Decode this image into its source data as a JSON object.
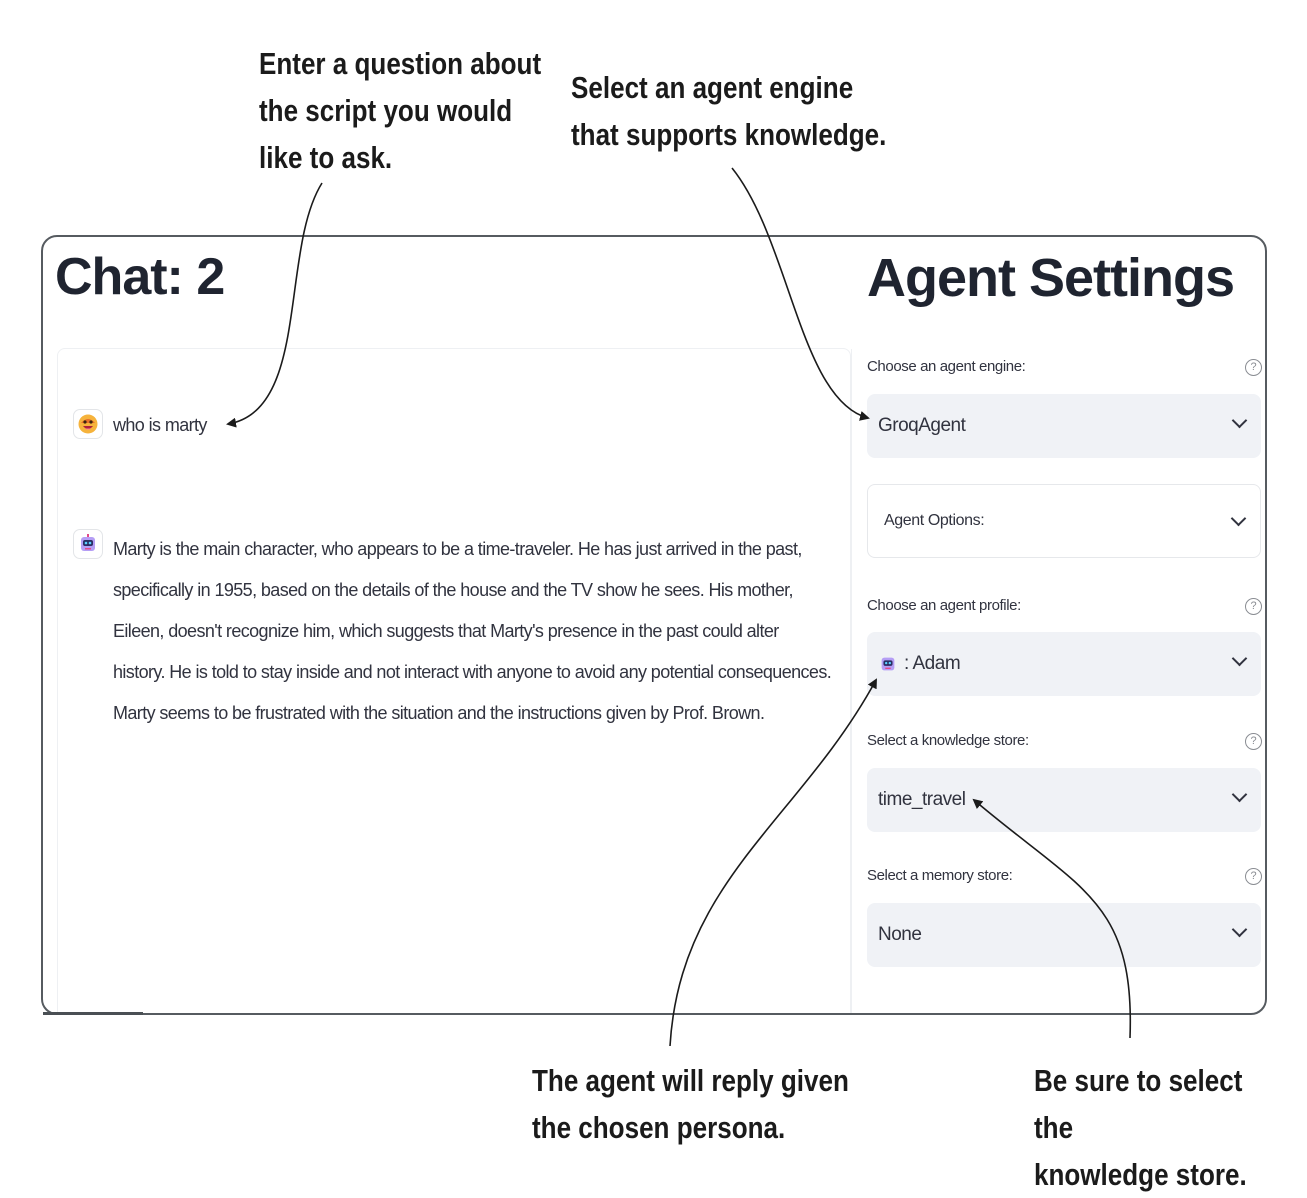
{
  "callouts": {
    "question": "Enter a question about\nthe script you would\nlike to ask.",
    "engine": "Select an agent engine\nthat supports knowledge.",
    "persona": "The agent will reply given\nthe chosen persona.",
    "knowledge": "Be sure to select the\nknowledge store."
  },
  "chat": {
    "title": "Chat: 2",
    "messages": [
      {
        "role": "user",
        "avatar_icon": "smiley-emoji-icon",
        "text": "who is marty"
      },
      {
        "role": "assistant",
        "avatar_icon": "robot-emoji-icon",
        "text": "Marty is the main character, who appears to be a time-traveler. He has just arrived in the past, specifically in 1955, based on the details of the house and the TV show he sees. His mother, Eileen, doesn't recognize him, which suggests that Marty's presence in the past could alter history. He is told to stay inside and not interact with anyone to avoid any potential consequences. Marty seems to be frustrated with the situation and the instructions given by Prof. Brown."
      }
    ]
  },
  "settings": {
    "title": "Agent Settings",
    "engine": {
      "label": "Choose an agent engine:",
      "value": "GroqAgent"
    },
    "options": {
      "label": "Agent Options:"
    },
    "profile": {
      "label": "Choose an agent profile:",
      "value": ": Adam",
      "icon": "robot-emoji-icon"
    },
    "knowledge": {
      "label": "Select a knowledge store:",
      "value": "time_travel"
    },
    "memory": {
      "label": "Select a memory store:",
      "value": "None"
    },
    "help_glyph": "?"
  },
  "colors": {
    "frame_border": "#565b60",
    "select_bg": "#f0f2f6",
    "text": "#31333f",
    "title": "#1f2430"
  }
}
